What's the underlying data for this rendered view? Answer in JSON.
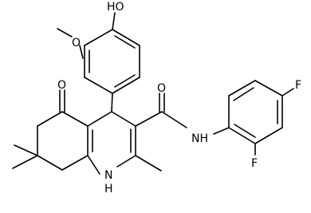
{
  "atoms": [
    {
      "id": "ho",
      "label": "HO"
    },
    {
      "id": "o_methoxy",
      "label": "O"
    },
    {
      "id": "o_keto",
      "label": "O"
    },
    {
      "id": "o_amide",
      "label": "O"
    },
    {
      "id": "nh_amide",
      "label": "NH"
    },
    {
      "id": "f_para",
      "label": "F"
    },
    {
      "id": "f_ortho",
      "label": "F"
    },
    {
      "id": "n_ring",
      "label": "N"
    },
    {
      "id": "h_ring",
      "label": "H"
    }
  ]
}
